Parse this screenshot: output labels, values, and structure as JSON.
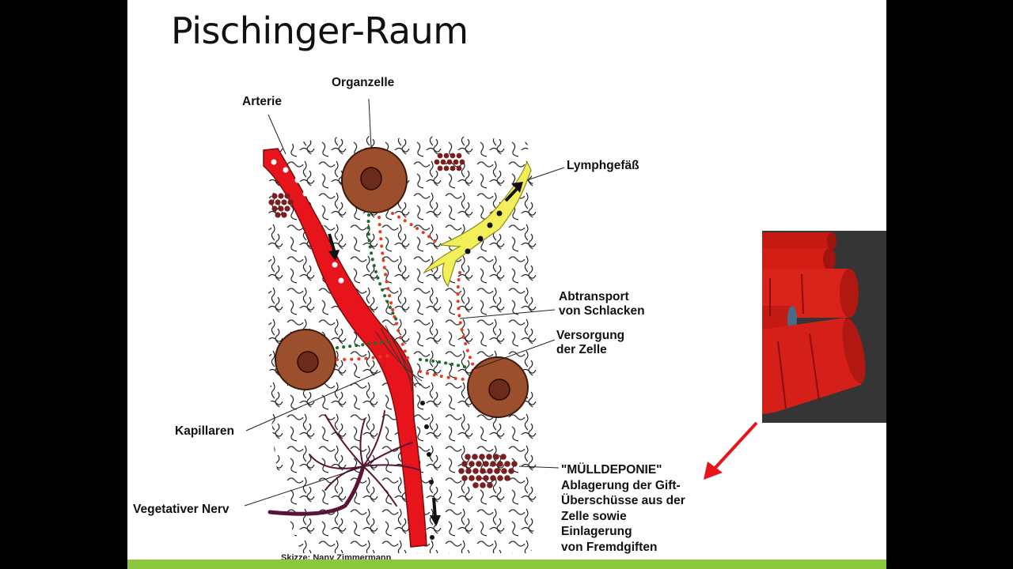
{
  "slide": {
    "title": "Pischinger-Raum"
  },
  "diagram": {
    "labels": {
      "organzelle": "Organzelle",
      "arterie": "Arterie",
      "lymphgefaess": "Lymphgefäß",
      "abtransport_line1": "Abtransport",
      "abtransport_line2": "von Schlacken",
      "versorgung_line1": "Versorgung",
      "versorgung_line2": "der Zelle",
      "kapillaren": "Kapillaren",
      "vegetativer_nerv": "Vegetativer Nerv",
      "muelldeponie": "\"MÜLLDEPONIE\"",
      "muell_line1": "Ablagerung der Gift-",
      "muell_line2": "Überschüsse aus der",
      "muell_line3": "Zelle sowie",
      "muell_line4": "Einlagerung",
      "muell_line5": "von Fremdgiften",
      "credit": "Skizze: Nany Zimmermann"
    },
    "colors": {
      "artery": "#e8141c",
      "cell": "#9b4f2c",
      "nucleus": "#6b2a1a",
      "lymph": "#f2ef5a",
      "nerve": "#5a1438",
      "dots_red": "#e83a1e",
      "dots_green": "#1d6b2a",
      "deposit": "#7a1f1f",
      "arrow": "#e8141c",
      "bottom_bar": "#8dc63f"
    }
  },
  "photo": {
    "subject": "red-barrels-image"
  }
}
